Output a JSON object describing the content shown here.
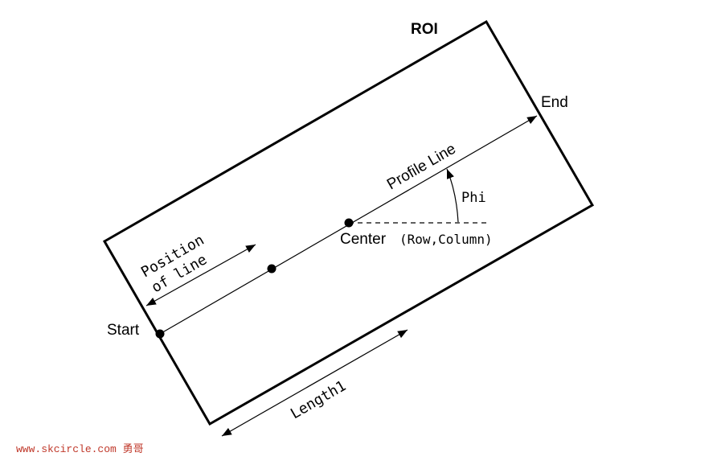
{
  "labels": {
    "roi": "ROI",
    "end": "End",
    "start": "Start",
    "profile_line": "Profile Line",
    "phi": "Phi",
    "center": "Center",
    "center_args": "(Row,Column)",
    "position_line1": "Position",
    "position_line2": "of line",
    "length1": "Length1"
  },
  "watermark": "www.skcircle.com 勇哥",
  "colors": {
    "stroke": "#000000",
    "watermark": "#c0392b"
  }
}
